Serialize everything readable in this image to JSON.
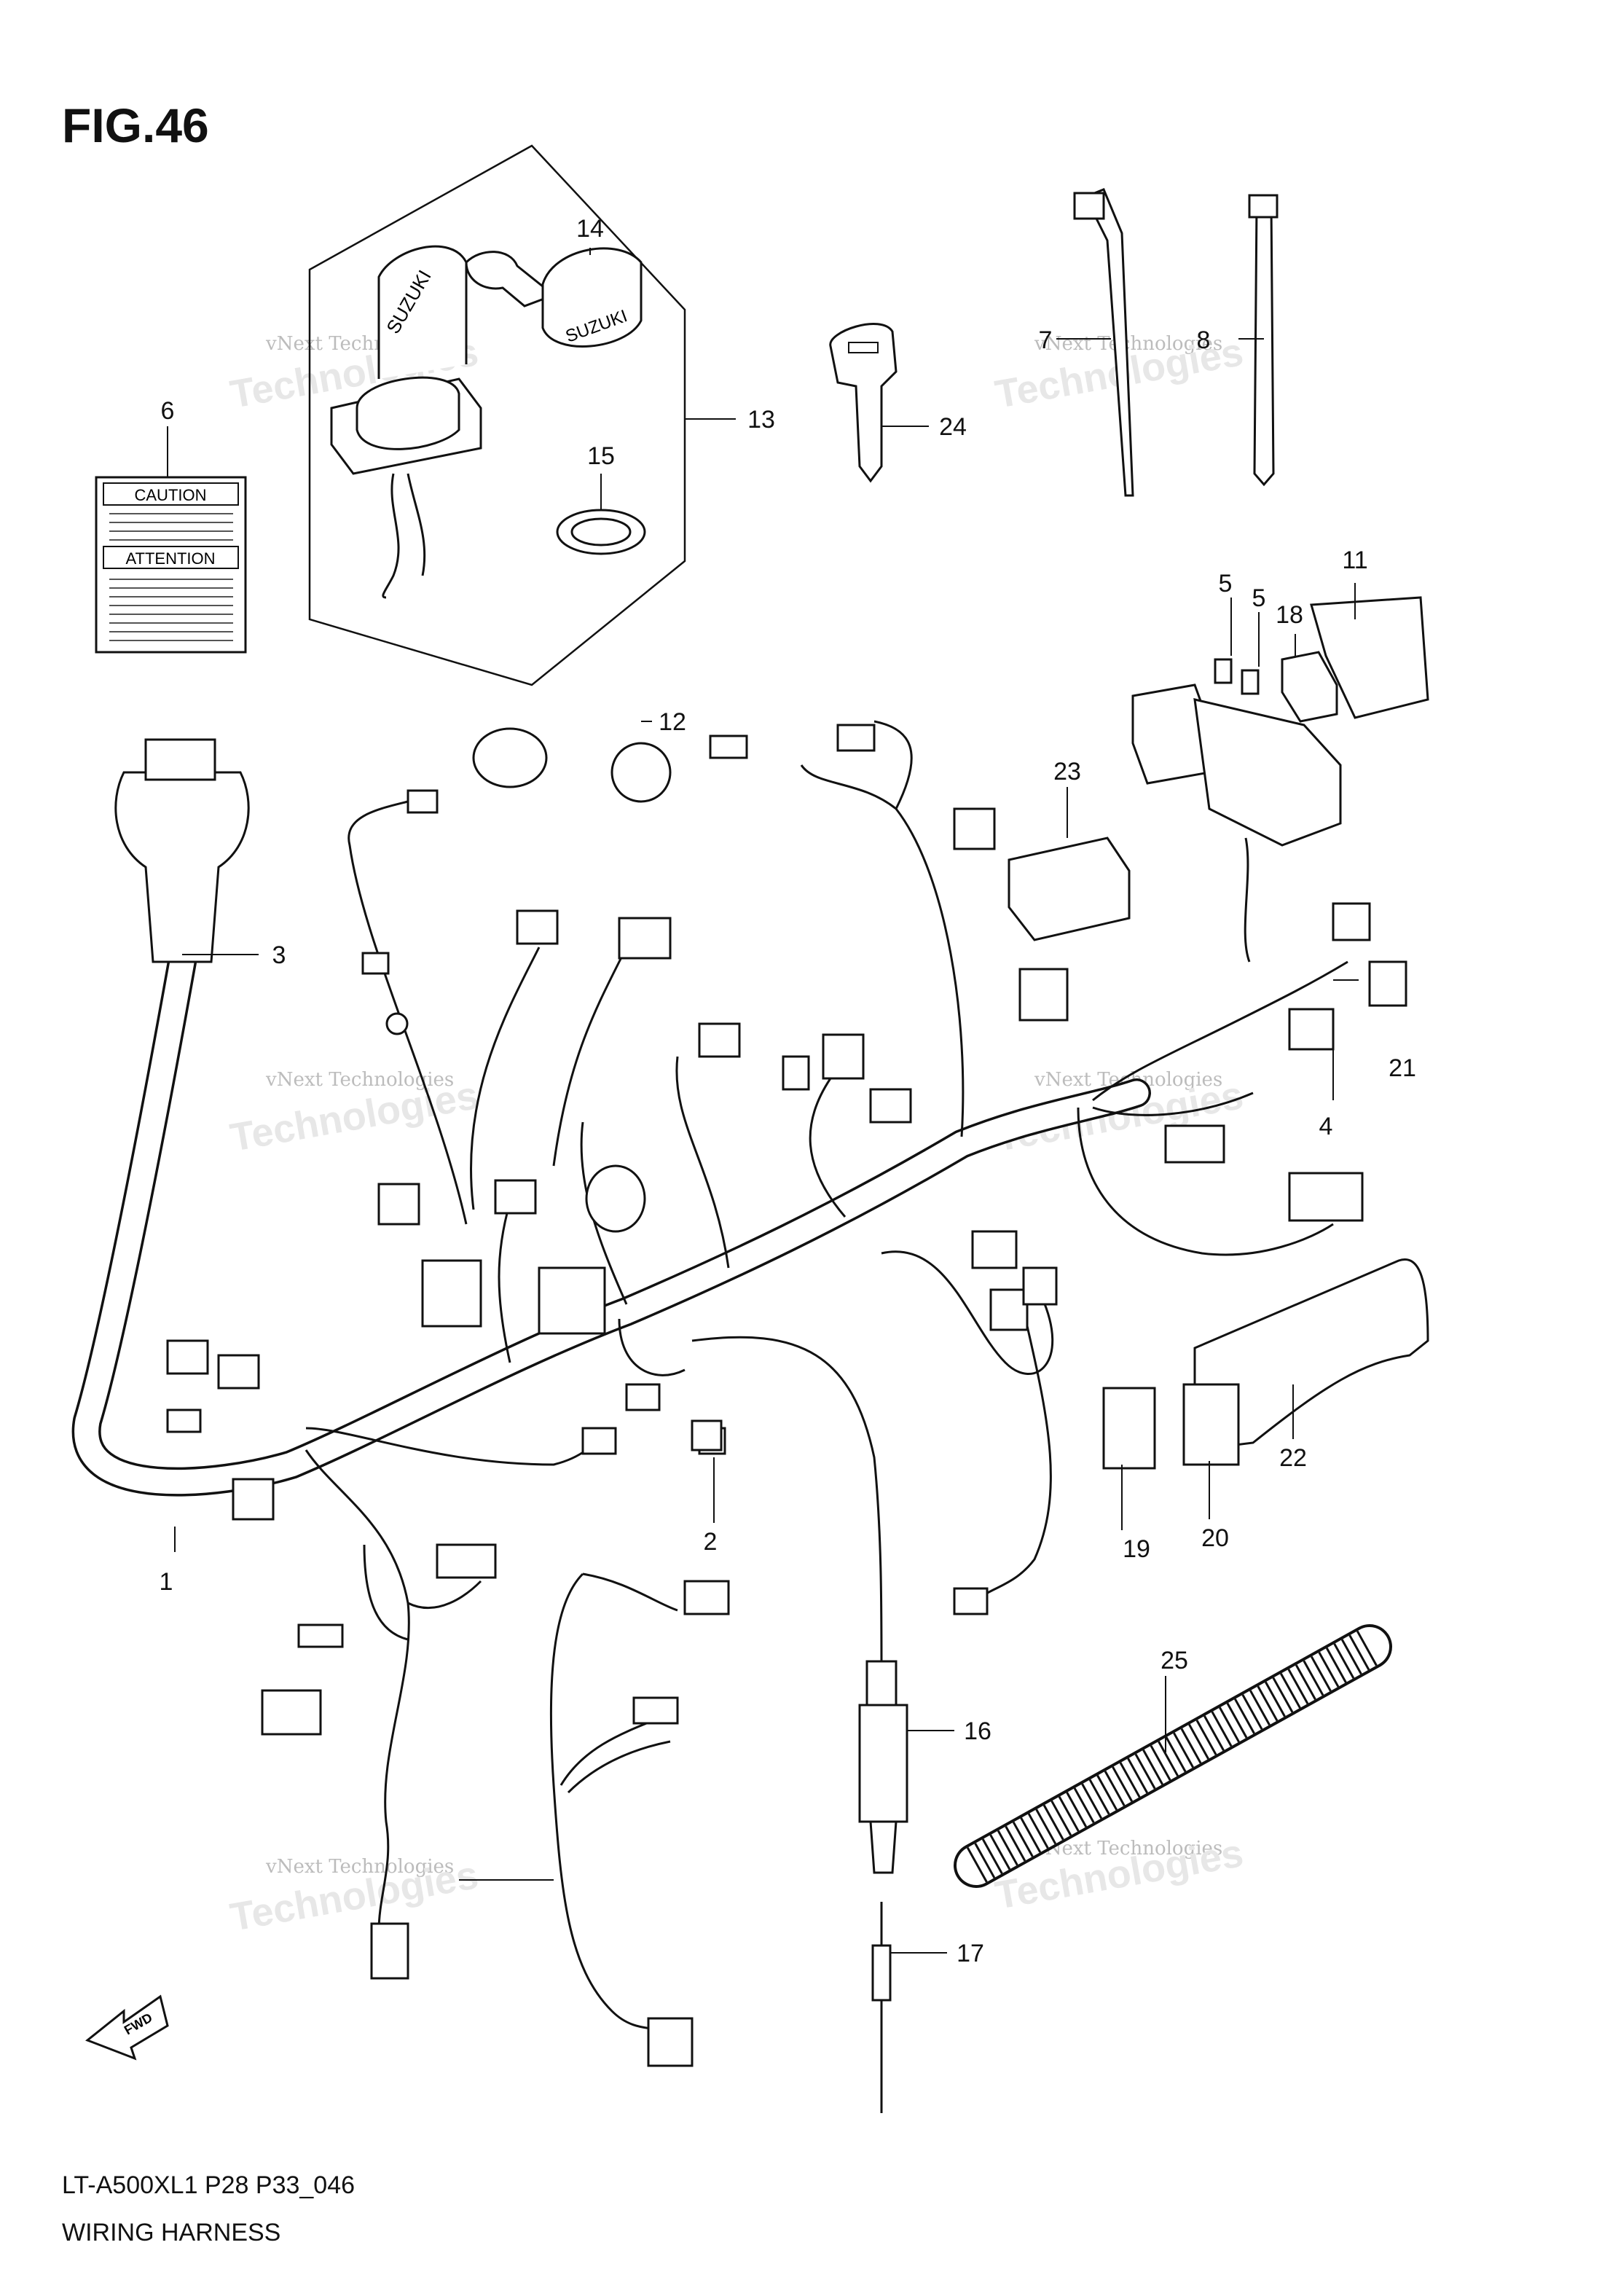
{
  "figure": {
    "title": "FIG.46",
    "model_code": "LT-A500XL1  P28  P33_046",
    "section_name": "WIRING HARNESS",
    "fwd_label": "FWD"
  },
  "labels": {
    "caution": "CAUTION",
    "attention": "ATTENTION",
    "key_brand": "SUZUKI"
  },
  "watermark": {
    "line1": "vNext Technologies",
    "line2": "Technologies"
  },
  "callouts": [
    "1",
    "2",
    "3",
    "4",
    "5",
    "5",
    "6",
    "7",
    "8",
    "11",
    "12",
    "13",
    "14",
    "15",
    "16",
    "17",
    "18",
    "19",
    "20",
    "21",
    "22",
    "23",
    "24",
    "25"
  ]
}
